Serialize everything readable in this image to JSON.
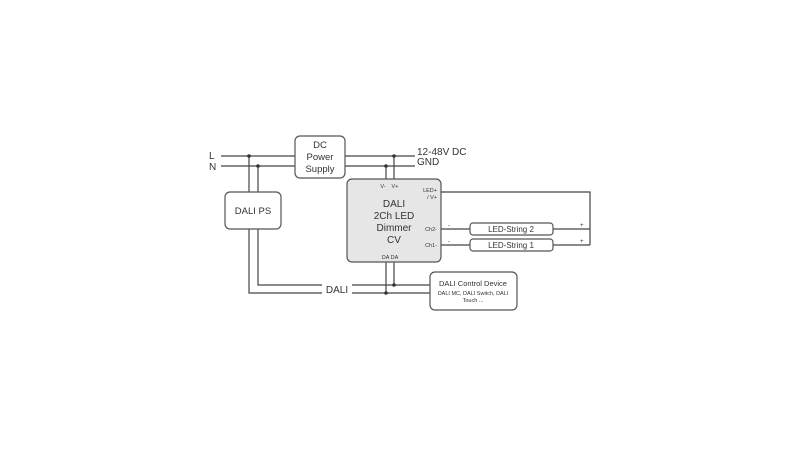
{
  "inputs": {
    "l": "L",
    "n": "N"
  },
  "dc_power_supply": {
    "lines": [
      "DC",
      "Power",
      "Supply"
    ]
  },
  "outputs": {
    "dc": "12-48V DC",
    "gnd": "GND"
  },
  "dali_ps": {
    "label": "DALI PS"
  },
  "dimmer": {
    "lines": [
      "DALI",
      "2Ch LED",
      "Dimmer",
      "CV"
    ],
    "pins": {
      "vminus": "V-",
      "vplus": "V+",
      "led_plus_1": "LED+",
      "led_plus_2": "/ V+",
      "ch2": "Ch2-",
      "ch1": "Ch1-",
      "da": "DA  DA"
    },
    "fill": "#e6e6e6"
  },
  "led_strings": [
    {
      "label": "LED-String 2",
      "minus": "-",
      "plus": "+"
    },
    {
      "label": "LED-String 1",
      "minus": "-",
      "plus": "+"
    }
  ],
  "dali_bus": {
    "label": "DALI"
  },
  "dali_control": {
    "title": "DALI Control Device",
    "line1": "DALI MC, DALI Switch, DALI",
    "line2": "Touch ..."
  }
}
